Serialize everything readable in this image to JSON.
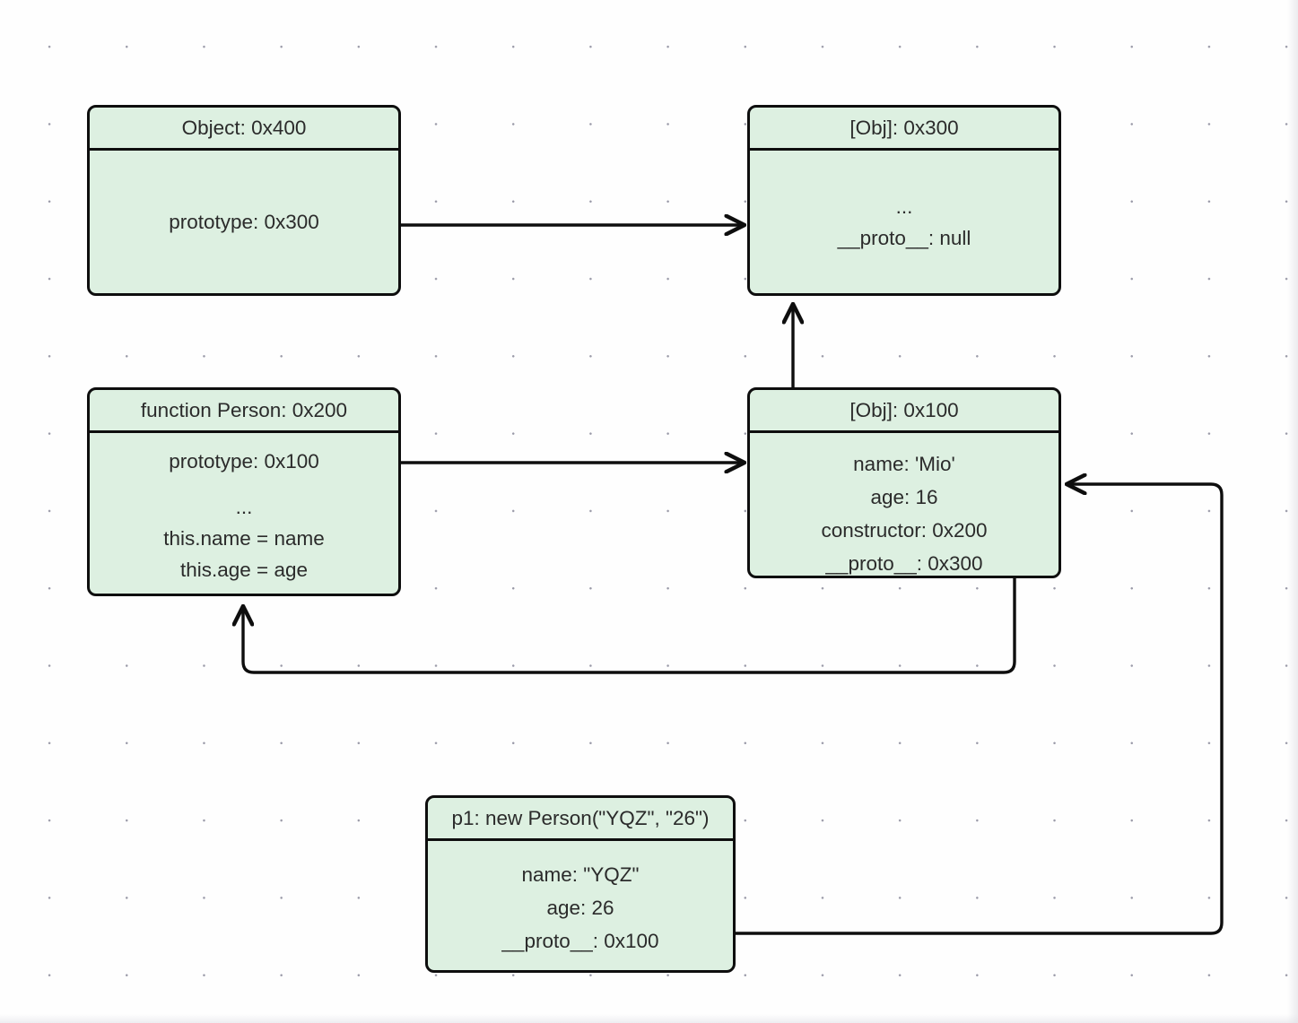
{
  "diagram": {
    "title": "JavaScript prototype chain diagram",
    "background": {
      "color": "#fefefe",
      "dot_color": "#9a9aa8"
    },
    "node_style": {
      "fill": "#ddf0e1",
      "border": "#0e0e0e",
      "text": "#2b2b2b"
    },
    "nodes": {
      "object_ctor": {
        "title": "Object: 0x400",
        "rows": [
          "prototype: 0x300"
        ]
      },
      "obj_300": {
        "title": "[Obj]: 0x300",
        "rows": [
          "...",
          "__proto__: null"
        ]
      },
      "person_fn": {
        "title": "function Person: 0x200",
        "rows": [
          "prototype: 0x100",
          "...",
          "this.name = name",
          "this.age = age"
        ]
      },
      "obj_100": {
        "title": "[Obj]: 0x100",
        "rows": [
          "name: 'Mio'",
          "age: 16",
          "constructor: 0x200",
          "__proto__: 0x300"
        ]
      },
      "p1": {
        "title": "p1: new Person(\"YQZ\", \"26\")",
        "rows": [
          "name: \"YQZ\"",
          "age: 26",
          "__proto__: 0x100"
        ]
      }
    },
    "edges": [
      {
        "name": "object-prototype-to-obj300",
        "from": "object_ctor.prototype: 0x300",
        "to": "obj_300",
        "style": "straight-arrow"
      },
      {
        "name": "person-prototype-to-obj100",
        "from": "person_fn.prototype: 0x100",
        "to": "obj_100",
        "style": "straight-arrow"
      },
      {
        "name": "obj100-proto-to-obj300",
        "from": "obj_100.__proto__: 0x300",
        "to": "obj_300",
        "style": "vertical-arrow"
      },
      {
        "name": "obj100-constructor-to-person",
        "from": "obj_100.constructor: 0x200",
        "to": "person_fn",
        "style": "elbow-arrow"
      },
      {
        "name": "p1-proto-to-obj100",
        "from": "p1.__proto__: 0x100",
        "to": "obj_100",
        "style": "elbow-arrow"
      }
    ]
  }
}
